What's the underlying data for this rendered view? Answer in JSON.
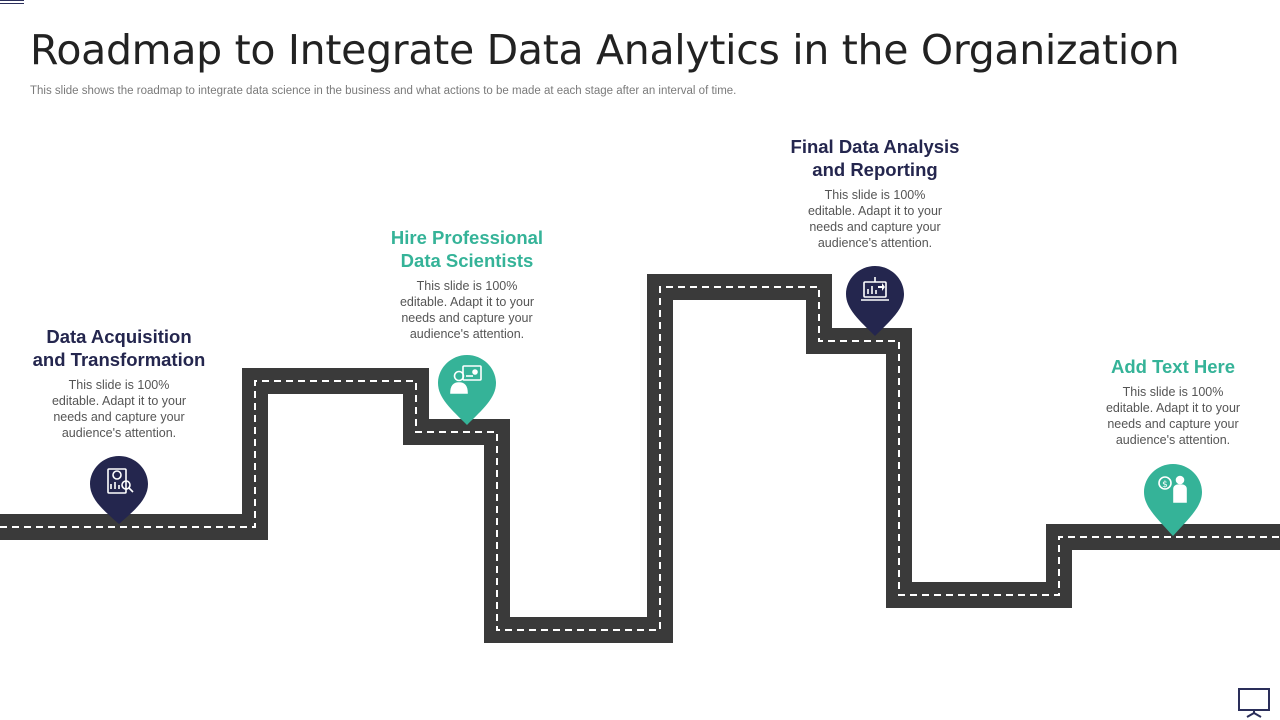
{
  "slide": {
    "title": "Roadmap to Integrate Data Analytics in the Organization",
    "subtitle": "This slide shows the roadmap to integrate data science in the business and what actions to be made at each stage after an interval of time."
  },
  "colors": {
    "navy": "#24264e",
    "teal": "#35b398",
    "road": "#3a3a3a",
    "dash": "#ffffff"
  },
  "stages": [
    {
      "title_line1": "Data Acquisition",
      "title_line2": "and Transformation",
      "desc": [
        "This slide is 100%",
        "editable. Adapt it to your",
        "needs and capture your",
        "audience's attention."
      ],
      "color": "navy",
      "icon": "report-magnifier-icon"
    },
    {
      "title_line1": "Hire Professional",
      "title_line2": "Data Scientists",
      "desc": [
        "This slide is 100%",
        "editable. Adapt it to your",
        "needs and capture your",
        "audience's attention."
      ],
      "color": "teal",
      "icon": "scientist-presentation-icon"
    },
    {
      "title_line1": "Final Data Analysis",
      "title_line2": "and Reporting",
      "desc": [
        "This slide is 100%",
        "editable. Adapt it to your",
        "needs and capture your",
        "audience's attention."
      ],
      "color": "navy",
      "icon": "analysis-screen-icon"
    },
    {
      "title_line1": "Add Text Here",
      "title_line2": "",
      "desc": [
        "This slide is 100%",
        "editable. Adapt it to your",
        "needs and capture your",
        "audience's attention."
      ],
      "color": "teal",
      "icon": "money-person-icon"
    }
  ],
  "footer": {
    "icon": "presentation-board-icon"
  }
}
